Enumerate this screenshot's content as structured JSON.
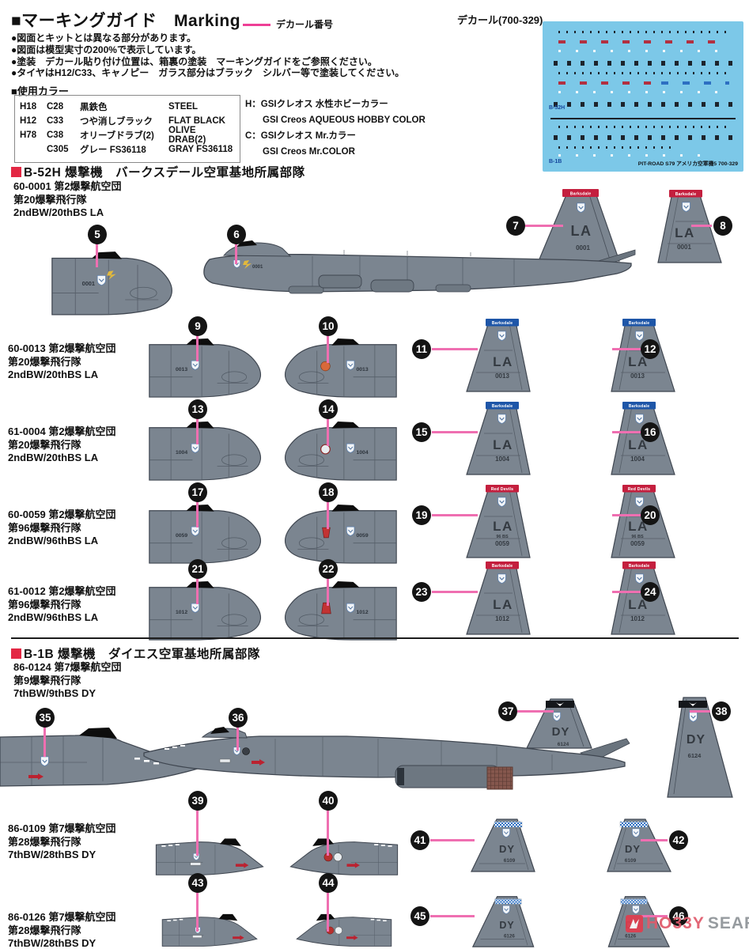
{
  "header": {
    "title": "■マーキングガイド　Marking",
    "legend_label": "デカール番号",
    "decal_title": "デカール(700-329)",
    "notes": [
      "●図面とキットとは異なる部分があります。",
      "●図面は模型実寸の200%で表示しています。",
      "●塗装　デカール貼り付け位置は、箱裏の塗装　マーキングガイドをご参照ください。",
      "●タイヤはH12/C33、キャノピー　ガラス部分はブラック　シルバー等で塗装してください。"
    ]
  },
  "colors_used": {
    "heading": "■使用カラー",
    "rows": [
      {
        "h": "H18",
        "c": "C28",
        "jp": "黒鉄色",
        "en": "STEEL"
      },
      {
        "h": "H12",
        "c": "C33",
        "jp": "つや消しブラック",
        "en": "FLAT BLACK"
      },
      {
        "h": "H78",
        "c": "C38",
        "jp": "オリーブドラブ(2)",
        "en": "OLIVE DRAB(2)"
      },
      {
        "h": "",
        "c": "C305",
        "jp": "グレー FS36118",
        "en": "GRAY FS36118"
      }
    ],
    "legend": [
      "H：GSIクレオス 水性ホビーカラー",
      "GSI Creos AQUEOUS HOBBY COLOR",
      "C：GSIクレオス Mr.カラー",
      "GSI Creos Mr.COLOR"
    ]
  },
  "decal_sheet": {
    "b52_label": "B-52H",
    "b1b_label": "B-1B",
    "maker_line": "PIT-ROAD S79 アメリカ空軍機5 700-329"
  },
  "b52": {
    "title": "B-52H 爆撃機　バークスデール空軍基地所属部隊",
    "aircraft": [
      {
        "l1": "60-0001 第2爆撃航空団",
        "l2": "第20爆撃飛行隊",
        "l3": "2ndBW/20thBS LA",
        "code": "LA",
        "num": "0001",
        "band": "Barksdale",
        "band_color": "#c41f3e",
        "c": [
          "5",
          "6",
          "7",
          "8"
        ]
      },
      {
        "l1": "60-0013 第2爆撃航空団",
        "l2": "第20爆撃飛行隊",
        "l3": "2ndBW/20thBS LA",
        "code": "LA",
        "num": "0013",
        "band": "Barksdale",
        "band_color": "#1e56a8",
        "c": [
          "9",
          "10",
          "11",
          "12"
        ]
      },
      {
        "l1": "61-0004 第2爆撃航空団",
        "l2": "第20爆撃飛行隊",
        "l3": "2ndBW/20thBS LA",
        "code": "LA",
        "num": "1004",
        "band": "Barksdale",
        "band_color": "#1e56a8",
        "c": [
          "13",
          "14",
          "15",
          "16"
        ]
      },
      {
        "l1": "60-0059 第2爆撃航空団",
        "l2": "第96爆撃飛行隊",
        "l3": "2ndBW/96thBS LA",
        "code": "LA",
        "num": "0059",
        "extra": "96 BS",
        "band": "Red Devils",
        "band_color": "#c41f3e",
        "c": [
          "17",
          "18",
          "19",
          "20"
        ]
      },
      {
        "l1": "61-0012 第2爆撃航空団",
        "l2": "第96爆撃飛行隊",
        "l3": "2ndBW/96thBS LA",
        "code": "LA",
        "num": "1012",
        "band": "Barksdale",
        "band_color": "#c41f3e",
        "c": [
          "21",
          "22",
          "23",
          "24"
        ]
      }
    ]
  },
  "b1b": {
    "title": "B-1B 爆撃機　ダイエス空軍基地所属部隊",
    "aircraft": [
      {
        "l1": "86-0124 第7爆撃航空団",
        "l2": "第9爆撃飛行隊",
        "l3": "7thBW/9thBS DY",
        "code": "DY",
        "num": "6124",
        "c": [
          "35",
          "36",
          "37",
          "38"
        ]
      },
      {
        "l1": "86-0109 第7爆撃航空団",
        "l2": "第28爆撃飛行隊",
        "l3": "7thBW/28thBS DY",
        "code": "DY",
        "num": "6109",
        "c": [
          "39",
          "40",
          "41",
          "42"
        ]
      },
      {
        "l1": "86-0126 第7爆撃航空団",
        "l2": "第28爆撃飛行隊",
        "l3": "7thBW/28thBS DY",
        "code": "DY",
        "num": "6126",
        "c": [
          "43",
          "44",
          "45",
          "46"
        ]
      }
    ]
  },
  "watermark": {
    "brand_red": "HO33Y",
    "brand_gray": "SEARCH"
  },
  "colors": {
    "accent_pink": "#ee3f96",
    "pin_pink": "#ef6fb1",
    "band_red": "#c41f3e",
    "band_blue": "#1e56a8",
    "checker_blue": "#2d6fc2",
    "body_gray": "#7b8590",
    "decal_bg": "#7cc8e8",
    "section_red": "#e32844",
    "watermark_red": "#e05a6b",
    "watermark_gray": "#8e9397"
  }
}
